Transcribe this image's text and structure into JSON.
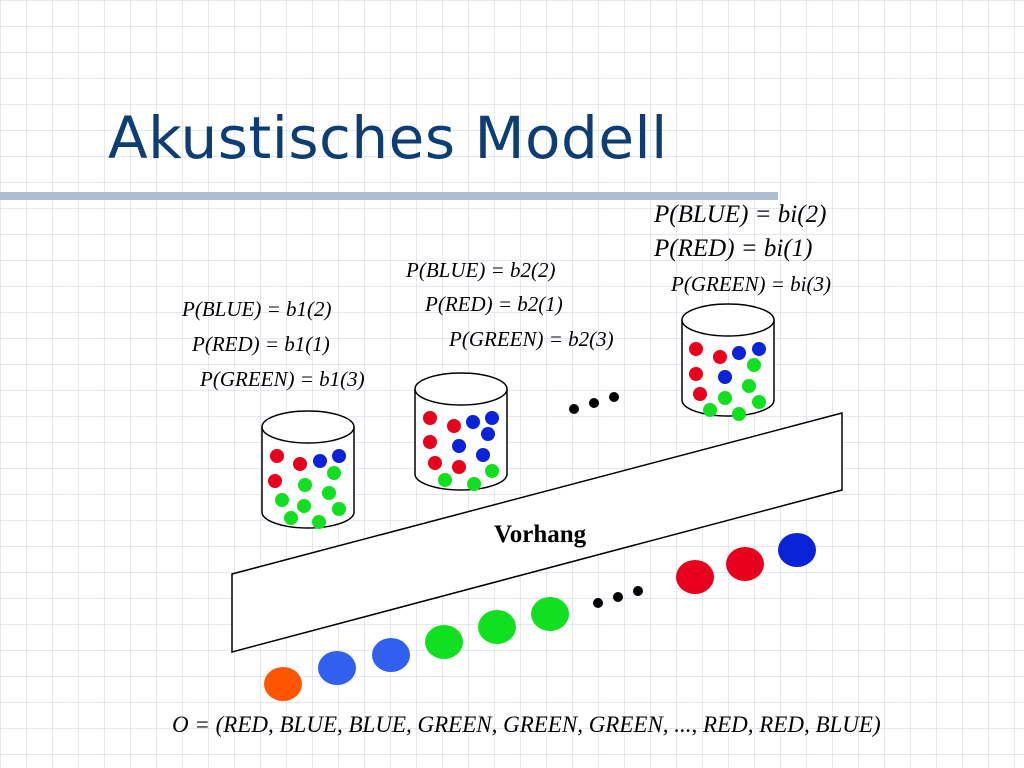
{
  "title": "Akustisches Modell",
  "curtain_label": "Vorhang",
  "ellipsis": "...",
  "observation_sequence": "O = (RED, BLUE, BLUE, GREEN, GREEN, GREEN, ..., RED, RED, BLUE)",
  "urns": [
    {
      "name": "b1",
      "formulas": {
        "blue": "P(BLUE) = b1(2)",
        "red": "P(RED) = b1(1)",
        "green": "P(GREEN) = b1(3)"
      }
    },
    {
      "name": "b2",
      "formulas": {
        "blue": "P(BLUE) = b2(2)",
        "red": "P(RED) = b2(1)",
        "green": "P(GREEN) = b2(3)"
      }
    },
    {
      "name": "bi",
      "formulas": {
        "blue": "P(BLUE) = bi(2)",
        "red": "P(RED) = bi(1)",
        "green": "P(GREEN) = bi(3)"
      }
    }
  ],
  "colors": {
    "title": "#0d3d73",
    "red": "#e8001c",
    "blue": "#0a22d8",
    "green": "#10e020",
    "orange": "#ff5500",
    "light_blue": "#3260ee",
    "rule": "#aebdd2"
  }
}
